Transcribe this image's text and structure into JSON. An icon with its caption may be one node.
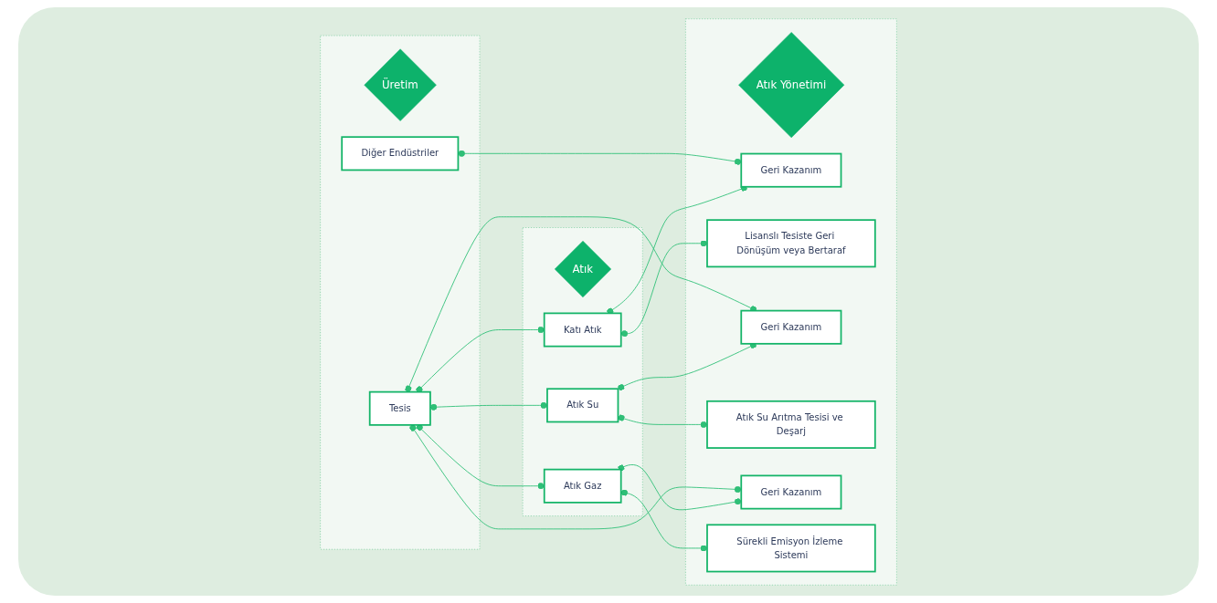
{
  "diagram": {
    "nodes": [
      {
        "text": [],
        "shape": "box"
      },
      {
        "text": [
          "Üretim"
        ],
        "in": 0
      },
      {
        "text": [
          "Diğer Endüstriler"
        ],
        "in": 0
      },
      {
        "text": [
          "Tesis"
        ],
        "in": 0
      },
      {
        "text": [],
        "shape": "box"
      },
      {
        "text": [
          "Atık"
        ],
        "in": 4
      },
      {
        "text": [
          "Katı Atık"
        ],
        "in": 4
      },
      {
        "text": [
          "Atık Su"
        ],
        "in": 4
      },
      {
        "text": [
          "Atık Gaz"
        ],
        "in": 4
      },
      {
        "text": [],
        "shape": "box"
      },
      {
        "text": [
          "Atık Yönetimi"
        ],
        "in": 9
      },
      {
        "text": [
          "Geri Kazanım"
        ],
        "in": 9
      },
      {
        "text": [
          "Lisanslı Tesiste Geri Dönüşüm veya Bertaraf"
        ],
        "in": 9
      },
      {
        "text": [
          "Geri Kazanım"
        ],
        "in": 9
      },
      {
        "text": [
          "Atık Su Arıtma Tesisi ve Deşarj"
        ],
        "in": 9
      },
      {
        "text": [
          "Geri Kazanım"
        ],
        "in": 9
      },
      {
        "text": [
          "Sürekli Emisyon İzleme Sistemi"
        ],
        "in": 9
      }
    ],
    "edges": [
      {
        "from": 2,
        "to": 11,
        "arrow": "other"
      },
      {
        "from": 3,
        "to": 13,
        "arrow": "other"
      },
      {
        "from": 3,
        "to": 6,
        "arrow": "other"
      },
      {
        "from": 3,
        "to": 7,
        "arrow": "other"
      },
      {
        "from": 3,
        "to": 15,
        "arrow": "other"
      },
      {
        "from": 3,
        "to": 8,
        "arrow": "other"
      },
      {
        "from": 6,
        "to": 11,
        "arrow": "other"
      },
      {
        "from": 6,
        "to": 12,
        "arrow": "other"
      },
      {
        "from": 7,
        "to": 13,
        "arrow": "other"
      },
      {
        "from": 7,
        "to": 14,
        "arrow": "other"
      },
      {
        "from": 8,
        "to": 15,
        "arrow": "other"
      },
      {
        "from": 8,
        "to": 16,
        "arrow": "other"
      }
    ]
  }
}
